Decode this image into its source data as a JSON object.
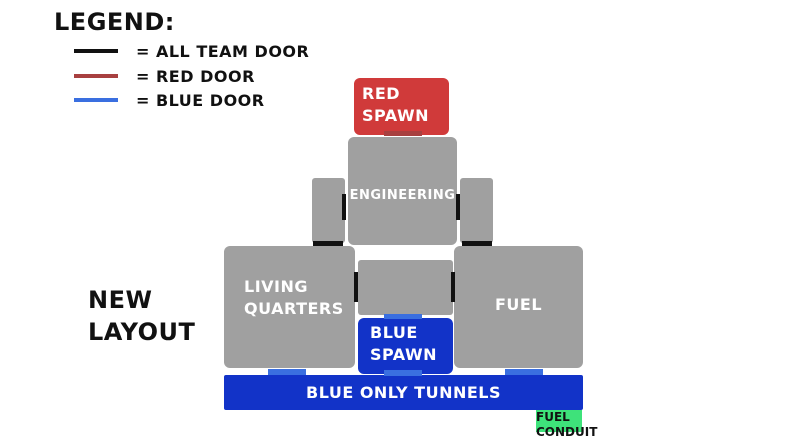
{
  "legend": {
    "title": "LEGEND:",
    "items": [
      {
        "label": "= ALL TEAM DOOR",
        "color": "#111111"
      },
      {
        "label": "= RED DOOR",
        "color": "#a84040"
      },
      {
        "label": "= BLUE DOOR",
        "color": "#3a6fe0"
      }
    ]
  },
  "rooms": {
    "red_spawn": "RED\nSPAWN",
    "engineering": "ENGINEERING",
    "living_quarters": "LIVING\nQUARTERS",
    "fuel": "FUEL",
    "blue_spawn": "BLUE\nSPAWN",
    "tunnels": "BLUE ONLY TUNNELS",
    "fuel_conduit": "FUEL\nCONDUIT"
  },
  "layout_label": "NEW\nLAYOUT",
  "colors": {
    "room_gray": "#a0a0a0",
    "red_spawn": "#d03a3a",
    "blue": "#1233c8",
    "conduit_green": "#3ee27a"
  }
}
